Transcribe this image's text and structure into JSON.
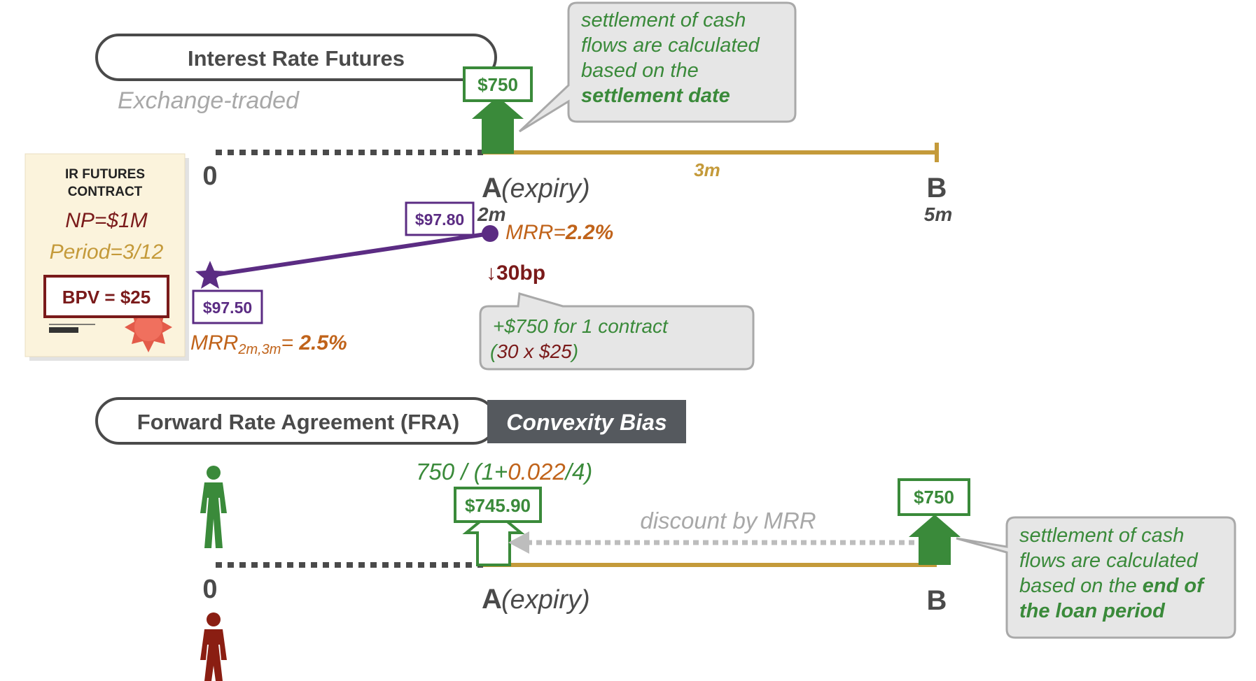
{
  "colors": {
    "green": "#3a8a3a",
    "green_dark": "#2e7d2e",
    "gold": "#c49a3a",
    "purple": "#5b2c83",
    "maroon": "#7a1a1a",
    "orange": "#c0631a",
    "gray_text": "#a8a8a8",
    "dark_gray": "#4a4a4a",
    "callout_fill": "#e6e6e6",
    "callout_stroke": "#a9a9a9",
    "note_fill": "#fbf3dc"
  },
  "futures": {
    "title": "Interest Rate Futures",
    "subtitle": "Exchange-traded",
    "cash_flow_label": "$750",
    "callout": {
      "line1": "settlement of cash",
      "line2": "flows are calculated",
      "line3": "based on the",
      "line4_bold": "settlement date"
    },
    "timeline": {
      "zero": "0",
      "a_letter": "A",
      "a_suffix": "(expiry)",
      "a_month": "2m",
      "b_letter": "B",
      "b_month": "5m",
      "period": "3m"
    },
    "price_high": "$97.80",
    "price_low": "$97.50",
    "mrr_prefix": "MRR=",
    "mrr_value": "2.2%",
    "mrr2_prefix": "MRR",
    "mrr2_sub": "2m,3m",
    "mrr2_eq": "= ",
    "mrr2_value": "2.5%",
    "drop": "↓30bp",
    "gain_callout": {
      "line1": "+$750  for 1 contract",
      "line2_open": "(",
      "line2_mid": "30 x $25",
      "line2_close": ")"
    }
  },
  "contract_card": {
    "heading1": "IR FUTURES",
    "heading2": "CONTRACT",
    "np": "NP=$1M",
    "period": "Period=3/12",
    "bpv": "BPV = $25"
  },
  "fra": {
    "title": "Forward Rate Agreement (FRA)",
    "convexity": "Convexity Bias",
    "formula_a": "750 / (1+",
    "formula_b": "0.022",
    "formula_c": "/4)",
    "pv_label": "$745.90",
    "fv_label": "$750",
    "discount": "discount by MRR",
    "timeline": {
      "zero": "0",
      "a_letter": "A",
      "a_suffix": "(expiry)",
      "b_letter": "B"
    },
    "callout": {
      "line1": "settlement of cash",
      "line2": "flows are calculated",
      "line3_a": "based on the ",
      "line3_b": "end of",
      "line4_bold": "the loan period"
    }
  }
}
